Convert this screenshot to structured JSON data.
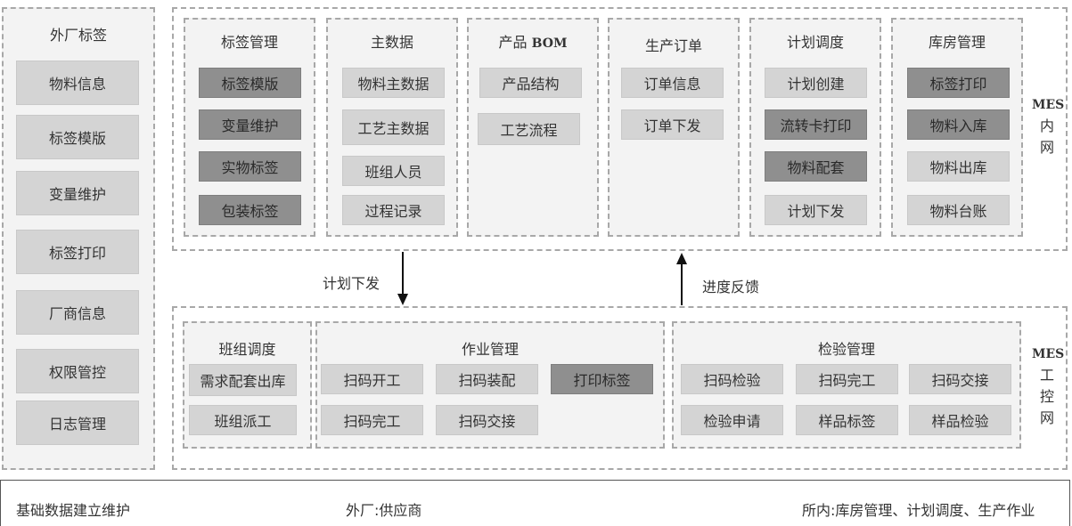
{
  "external": {
    "title": "外厂标签",
    "items": [
      "物料信息",
      "标签模版",
      "变量维护",
      "标签打印",
      "厂商信息",
      "权限管控",
      "日志管理"
    ]
  },
  "mes_intranet": {
    "label_en": "MES",
    "label_1": "内",
    "label_2": "网",
    "modules": [
      {
        "title": "标签管理",
        "items": [
          "标签模版",
          "变量维护",
          "实物标签",
          "包装标签"
        ]
      },
      {
        "title": "主数据",
        "items": [
          "物料主数据",
          "工艺主数据",
          "班组人员",
          "过程记录"
        ]
      },
      {
        "title_cn": "产品",
        "title_en": "BOM",
        "items": [
          "产品结构",
          "工艺流程"
        ]
      },
      {
        "title": "生产订单",
        "items": [
          "订单信息",
          "订单下发"
        ]
      },
      {
        "title": "计划调度",
        "items": [
          "计划创建",
          "流转卡打印",
          "物料配套",
          "计划下发"
        ]
      },
      {
        "title": "库房管理",
        "items": [
          "标签打印",
          "物料入库",
          "物料出库",
          "物料台账"
        ]
      }
    ]
  },
  "arrows": {
    "down_label": "计划下发",
    "up_label": "进度反馈"
  },
  "mes_control": {
    "label_en": "MES",
    "label_1": "工",
    "label_2": "控",
    "label_3": "网",
    "team": {
      "title": "班组调度",
      "items": [
        "需求配套出库",
        "班组派工"
      ]
    },
    "operation": {
      "title": "作业管理",
      "items": [
        "扫码开工",
        "扫码装配",
        "打印标签",
        "扫码完工",
        "扫码交接"
      ]
    },
    "inspection": {
      "title": "检验管理",
      "items": [
        "扫码检验",
        "扫码完工",
        "扫码交接",
        "检验申请",
        "样品标签",
        "样品检验"
      ]
    }
  },
  "footer": {
    "left": "基础数据建立维护",
    "middle": "外厂:供应商",
    "right": "所内:库房管理、计划调度、生产作业"
  },
  "colors": {
    "light_button": "#d4d4d4",
    "dark_button": "#8f8f8f",
    "panel": "#f3f3f3",
    "border": "#a8a8a8"
  }
}
